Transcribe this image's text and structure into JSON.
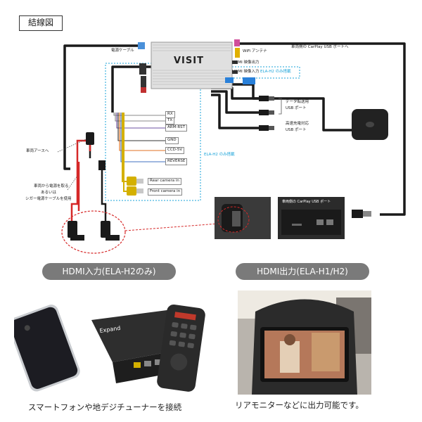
{
  "diagram_title": "結線図",
  "labels": {
    "power_cable": "電源ケーブル",
    "wifi_antenna": "WiFi アンテナ",
    "carplay_usb_port": "車両側の CarPlay USB ポートへ",
    "hdmi_out": "HDMI 映像出力",
    "hdmi_in": "HDMI 映像入力",
    "ela_h2_only_top": "ELA-H2 のみ搭載",
    "data_usb_1": "データ転送用",
    "data_usb_2": "USB ポート",
    "fast_charge_1": "高速充電対応",
    "fast_charge_2": "USB ポート",
    "ground": "車両アースへ",
    "power_from_1": "車両から電源を取る",
    "power_from_2": "あるいは",
    "power_from_3": "シガー電源ケーブルを使用",
    "ela_h2_only_mid": "ELA-H2 のみ搭載",
    "rear_camera": "Rear camera in",
    "front_camera": "Front camera in",
    "carplay_photo_label": "車両側の CarPlay USB ポート"
  },
  "device_logo": "VISIT",
  "pins": [
    "RX",
    "TX",
    "ARM-RST",
    "GND",
    "CCD-5V",
    "REVERSE"
  ],
  "sections": [
    {
      "title": "HDMI入力(ELA-H2のみ)",
      "caption": "スマートフォンや地デジチューナーを接続"
    },
    {
      "title": "HDMI出力(ELA-H1/H2)",
      "caption": "リアモニターなどに出力可能です。"
    }
  ],
  "colors": {
    "cable": "#1a1a1a",
    "accent_blue": "#1aa3d9",
    "red_wire": "#d62828",
    "pill_bg": "#7a7a7a"
  }
}
